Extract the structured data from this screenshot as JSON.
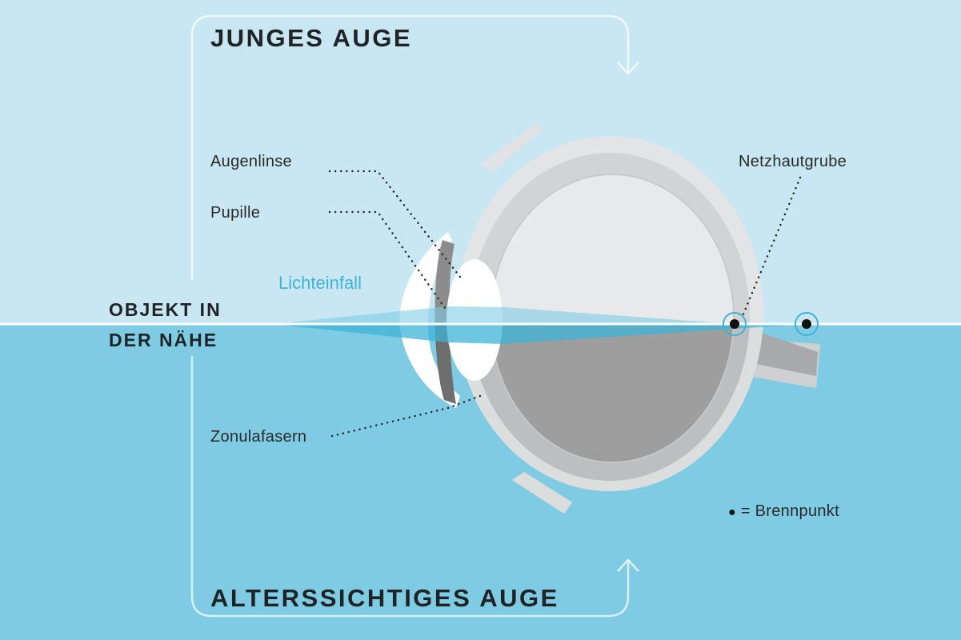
{
  "titles": {
    "top": "JUNGES AUGE",
    "bottom": "ALTERSSICHTIGES AUGE"
  },
  "object": {
    "line1": "OBJEKT IN",
    "line2": "DER NÄHE"
  },
  "labels": {
    "lens": "Augenlinse",
    "pupil": "Pupille",
    "light": "Lichteinfall",
    "fovea": "Netzhautgrube",
    "zonula": "Zonulafasern"
  },
  "legend": {
    "symbol": "●",
    "text": "= Brennpunkt"
  },
  "colors": {
    "top_bg": "#c9e7f2",
    "bottom_bg": "#7ecbe3",
    "beam": "#3fb3d6"
  }
}
